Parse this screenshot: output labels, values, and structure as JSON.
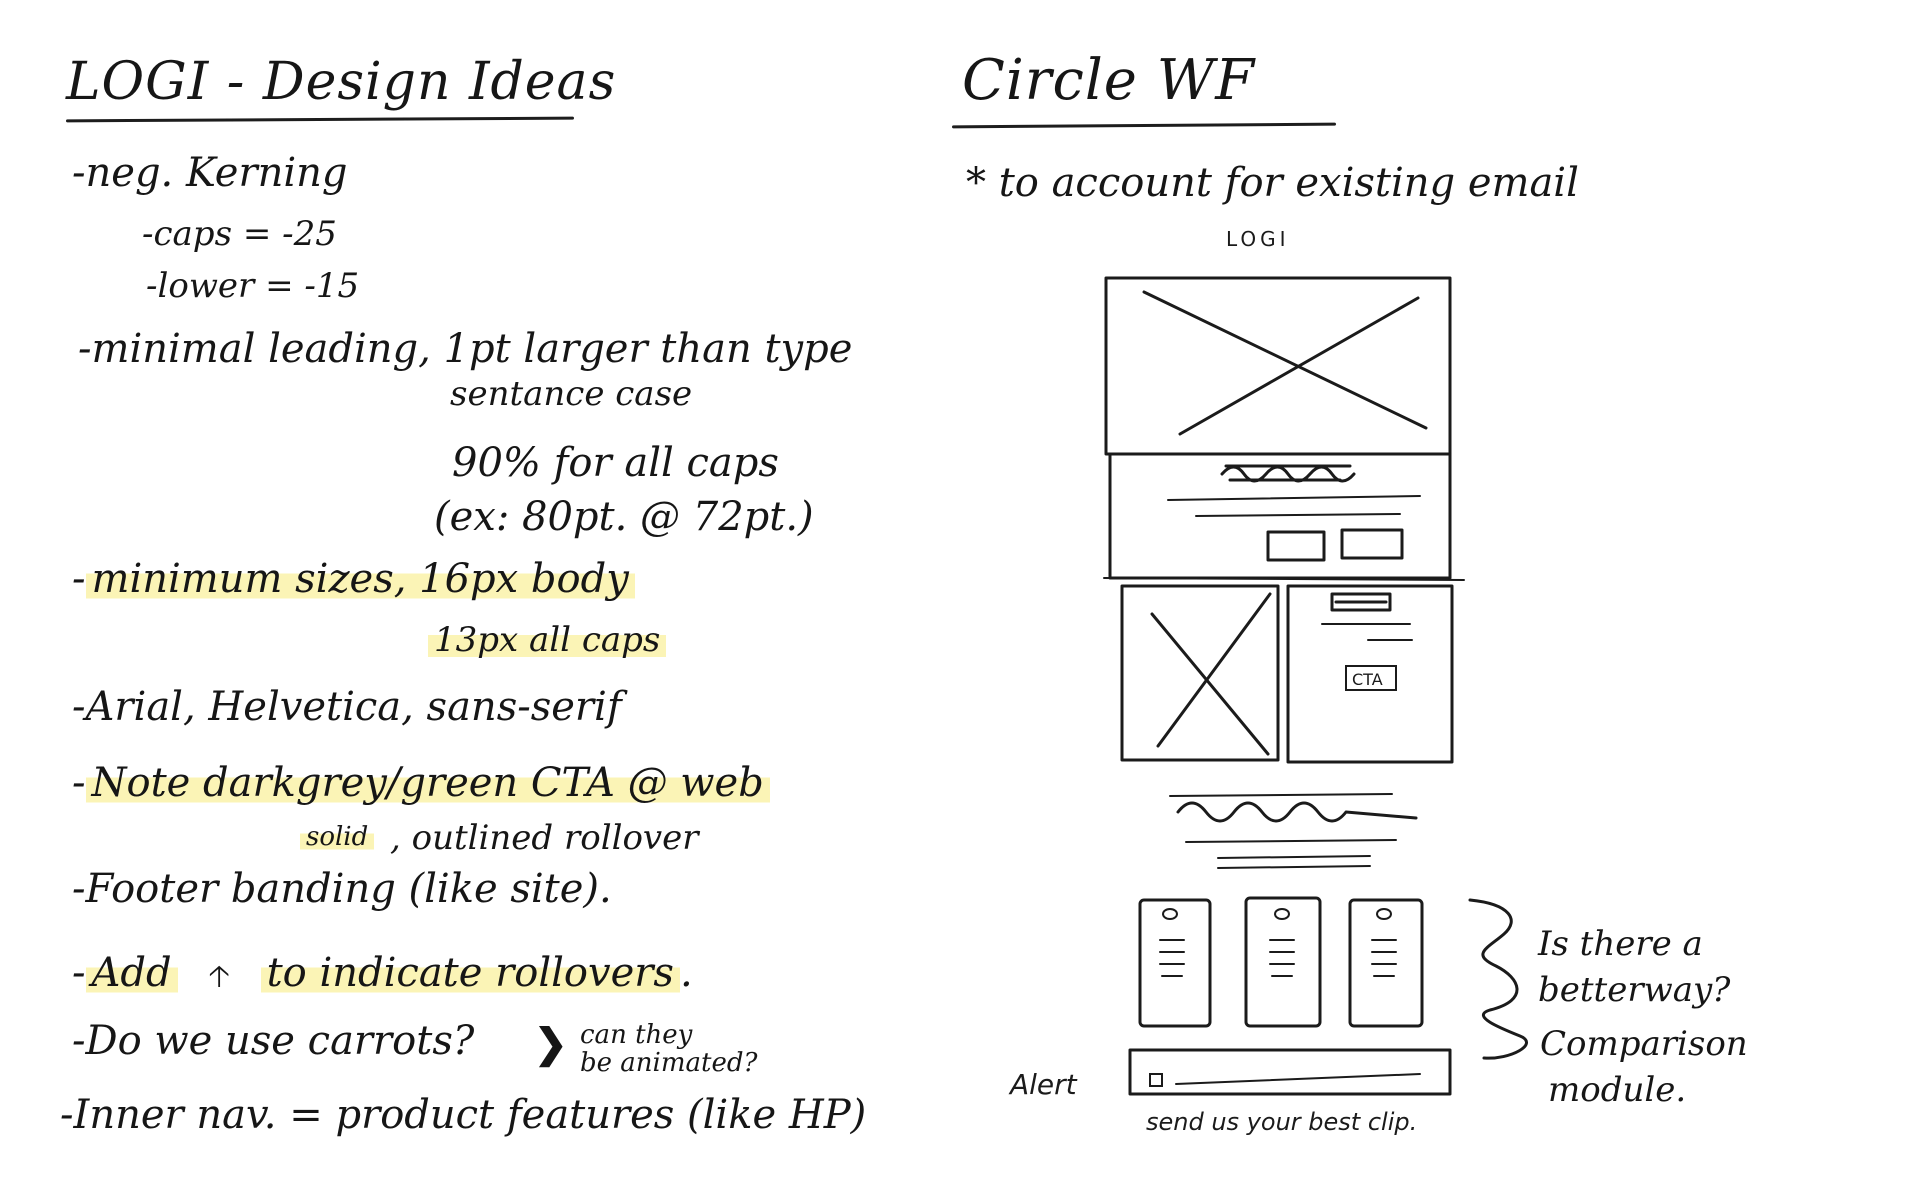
{
  "left": {
    "title": "LOGI - Design Ideas",
    "notes": {
      "kerning": "-neg. Kerning",
      "caps": "-caps = -25",
      "lower": "-lower = -15",
      "leading": "-minimal leading, 1pt larger than type",
      "sentence_case": "sentance case",
      "all_caps_pct": "90% for all caps",
      "example": "(ex: 80pt. @ 72pt.)",
      "min_sizes_dash": "-",
      "min_sizes": "minimum sizes, 16px body",
      "caps_size": "13px all caps",
      "fonts": "-Arial, Helvetica, sans-serif",
      "cta_dash": "-",
      "cta": "Note darkgrey/green CTA @ web",
      "cta_solid": "solid",
      "cta_outlined": ", outlined rollover",
      "footer": "-Footer banding (like site).",
      "add_dash": "-",
      "add": "Add",
      "rollovers": "to indicate rollovers",
      "rollovers_end": ".",
      "carrots": "-Do we use carrots?",
      "animated_1": "can they",
      "animated_2": "be animated?",
      "inner_nav": "-Inner nav. = product features (like HP)"
    }
  },
  "right": {
    "title": "Circle WF",
    "note": "* to account for existing email",
    "wireframe": {
      "logo": "LOGI",
      "cta": "CTA",
      "alert_label": "Alert",
      "footer_text": "send us your best clip."
    },
    "comparison_1": "Is there a",
    "comparison_2": "betterway?",
    "comparison_3": "Comparison",
    "comparison_4": "module."
  },
  "colors": {
    "ink": "#161616",
    "highlight": "#fbf4b6",
    "paper": "#ffffff"
  }
}
